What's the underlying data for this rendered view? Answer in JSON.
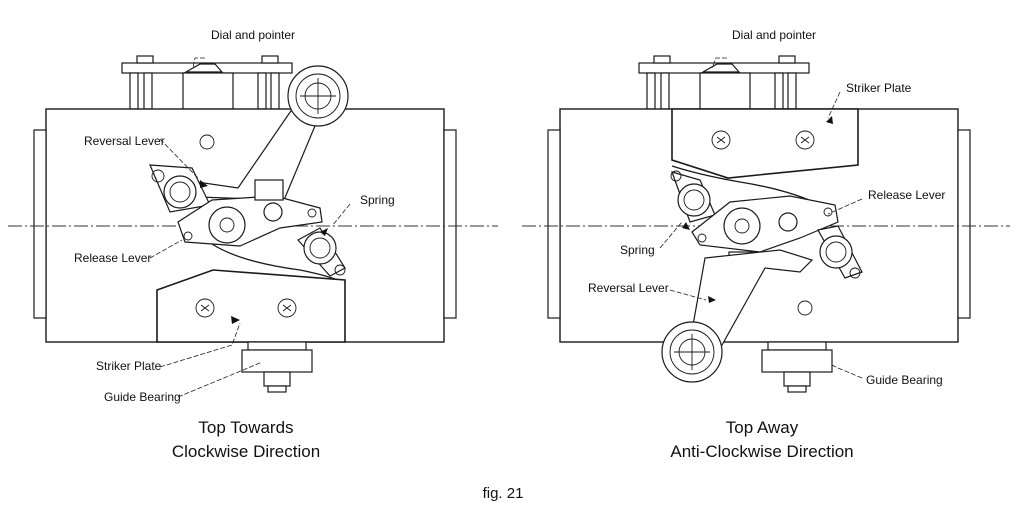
{
  "left_panel": {
    "labels": {
      "dial": "Dial and pointer",
      "reversal_lever": "Reversal Lever",
      "spring": "Spring",
      "release_lever": "Release Lever",
      "striker_plate": "Striker Plate",
      "guide_bearing": "Guide Bearing"
    },
    "caption_line1": "Top Towards",
    "caption_line2": "Clockwise Direction"
  },
  "right_panel": {
    "labels": {
      "dial": "Dial and pointer",
      "striker_plate": "Striker Plate",
      "release_lever": "Release Lever",
      "spring": "Spring",
      "reversal_lever": "Reversal Lever",
      "guide_bearing": "Guide Bearing"
    },
    "caption_line1": "Top Away",
    "caption_line2": "Anti-Clockwise Direction"
  },
  "figure_label": "fig. 21"
}
